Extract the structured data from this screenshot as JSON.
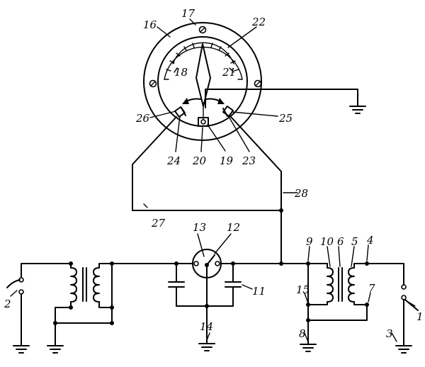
{
  "labels": {
    "n1": "1",
    "n2": "2",
    "n3": "3",
    "n4": "4",
    "n5": "5",
    "n6": "6",
    "n7": "7",
    "n8": "8",
    "n9": "9",
    "n10": "10",
    "n11": "11",
    "n12": "12",
    "n13": "13",
    "n14": "14",
    "n15": "15",
    "n16": "16",
    "n17": "17",
    "n18": "18",
    "n19": "19",
    "n20": "20",
    "n21": "21",
    "n22": "22",
    "n23": "23",
    "n24": "24",
    "n25": "25",
    "n26": "26",
    "n27": "27",
    "n28": "28"
  }
}
